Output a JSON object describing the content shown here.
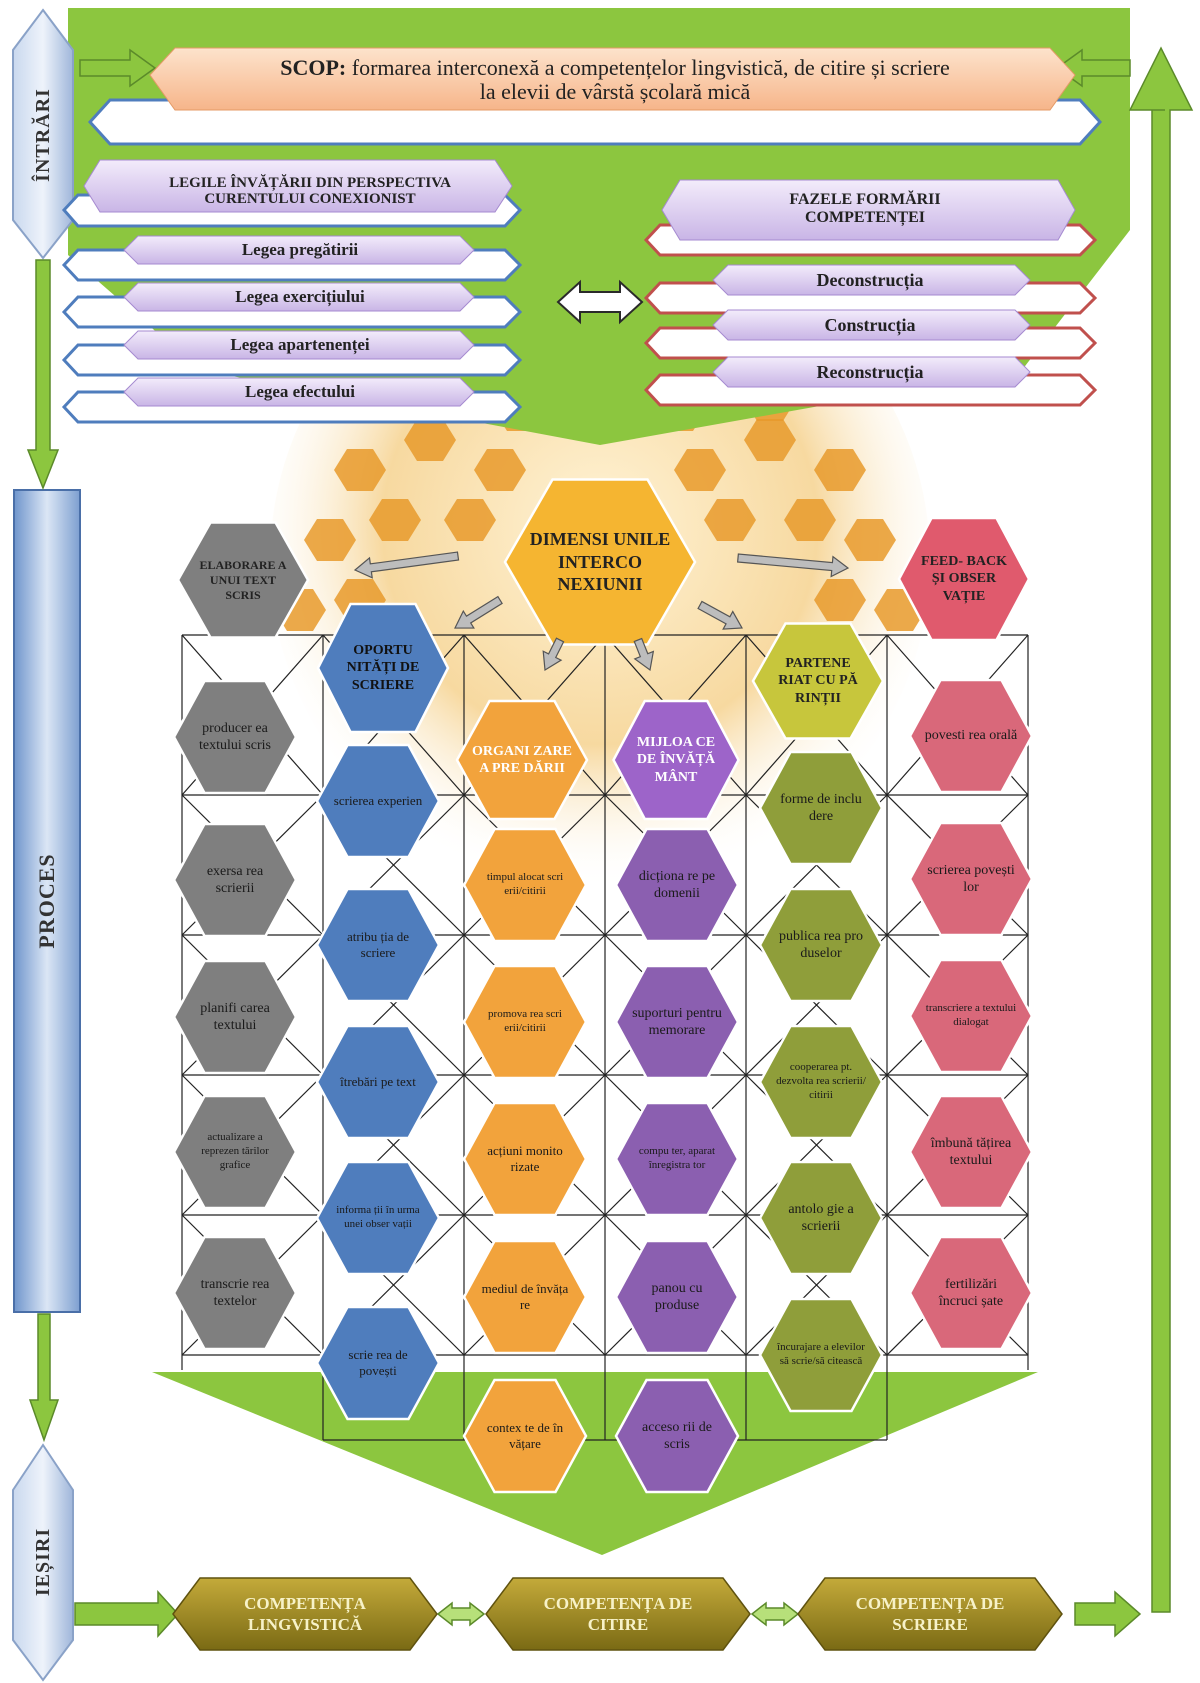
{
  "side_labels": {
    "inputs": "ÎNTRĂRI",
    "process": "PROCES",
    "outputs": "IEȘIRI"
  },
  "goal": {
    "label": "SCOP:",
    "line1": " formarea interconexă a competențelor lingvistică, de citire și scriere",
    "line2": "la elevii de vârstă școlară  mică"
  },
  "laws": {
    "title_line1": "LEGILE  ÎNVĂȚĂRII DIN PERSPECTIVA",
    "title_line2": "CURENTULUI CONEXIONIST",
    "items": [
      "Legea pregătirii",
      "Legea exercițiului",
      "Legea apartenenței",
      "Legea efectului"
    ]
  },
  "phases": {
    "title_line1": "FAZELE FORMĂRII",
    "title_line2": "COMPETENȚEI",
    "items": [
      "Deconstrucția",
      "Construcția",
      "Reconstrucția"
    ]
  },
  "center_hex": "DIMENSI UNILE INTERCO NEXIUNII",
  "headers": [
    {
      "text": "ELABORARE A UNUI TEXT SCRIS"
    },
    {
      "text": "OPORTU NITĂȚI DE SCRIERE"
    },
    {
      "text": "ORGANI ZARE A PRE DĂRII"
    },
    {
      "text": "MIJLOA CE DE ÎNVĂȚĂ MÂNT"
    },
    {
      "text": "PARTENE RIAT CU PĂ RINȚII"
    },
    {
      "text": "FEED- BACK ȘI OBSER VAȚIE"
    }
  ],
  "columns": [
    {
      "items": [
        "producer ea textului scris",
        "exersa rea scrierii",
        "planifi carea textului",
        "actualizare a reprezen tărilor grafice",
        "transcrie rea textelor"
      ]
    },
    {
      "items": [
        "scrierea experien",
        "atribu ția de scriere",
        "îtrebări pe text",
        "informa ții în urma unei obser vații",
        "scrie rea de povești"
      ]
    },
    {
      "items": [
        "timpul alocat scri erii/citirii",
        "promova rea scri erii/citirii",
        "acțiuni monito rizate",
        "mediul de învăța re",
        "contex te de în vățare"
      ]
    },
    {
      "items": [
        "dicționa re pe domenii",
        "suporturi pentru memorare",
        "compu ter, aparat înregistra tor",
        "panou cu produse",
        "acceso rii de scris"
      ]
    },
    {
      "items": [
        "forme de inclu dere",
        "publica rea pro duselor",
        "cooperarea pt. dezvolta rea scrierii/ citirii",
        "antolo gie a scrierii",
        "încurajare a elevilor să scrie/să citească"
      ]
    },
    {
      "items": [
        "povesti rea orală",
        "scrierea povești lor",
        "transcriere a textului dialogat",
        "îmbună tățirea textului",
        "fertilizări încruci șate"
      ]
    }
  ],
  "competences": [
    "COMPETENȚA LINGVISTICĂ",
    "COMPETENȚA DE CITIRE",
    "COMPETENȚA DE SCRIERE"
  ],
  "colors": {
    "green": "#8cc63f",
    "gray": "#7f7f7f",
    "blue": "#4f7dbd",
    "orange": "#f2a33c",
    "purple": "#8b5fb0",
    "olive": "#8f9e3a",
    "pink": "#d9687a",
    "gold": "#f5b531",
    "header_olive": "#c7c63c",
    "header_red": "#e05a6d",
    "comp_gold": "#a08a1e"
  }
}
